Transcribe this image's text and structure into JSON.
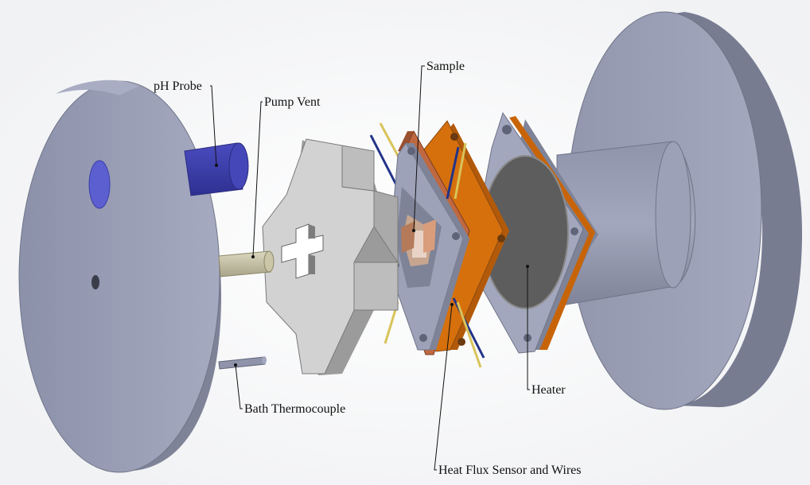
{
  "labels": {
    "ph_probe": "pH Probe",
    "pump_vent": "Pump Vent",
    "sample": "Sample",
    "bath_thermocouple": "Bath Thermocouple",
    "heater": "Heater",
    "heat_flux_sensor": "Heat Flux Sensor and Wires"
  },
  "colors": {
    "end_plate": "#9a9fb8",
    "end_plate_rim": "#7e8398",
    "ph_probe": "#3c3ea8",
    "ph_port": "#5b5fd0",
    "spacer": "#c9c9c9",
    "copper": "#c0663f",
    "orange_film": "#c86408",
    "heater_disk": "#5c5c5c",
    "frame": "#8f94ab",
    "wire_blue": "#223388",
    "wire_yellow": "#d8c45a",
    "rod": "#c8c3a6"
  }
}
